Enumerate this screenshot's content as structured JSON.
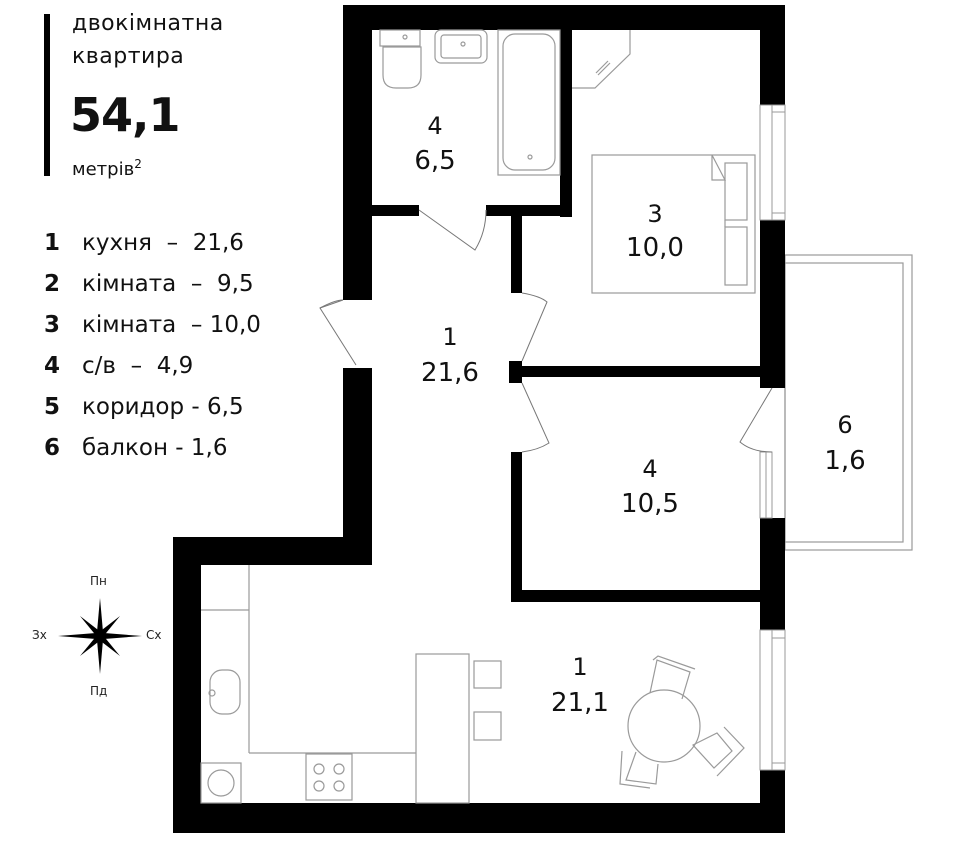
{
  "header": {
    "title_line1": "двокімнатна",
    "title_line2": "квартира",
    "total_area": "54,1",
    "unit": "метрів",
    "unit_sup": "2"
  },
  "legend": [
    {
      "num": "1",
      "text": "кухня  –  21,6"
    },
    {
      "num": "2",
      "text": "кімната  –  9,5"
    },
    {
      "num": "3",
      "text": "кімната  – 10,0"
    },
    {
      "num": "4",
      "text": "с/в  –  4,9"
    },
    {
      "num": "5",
      "text": "коридор - 6,5"
    },
    {
      "num": "6",
      "text": "балкон - 1,6"
    }
  ],
  "compass": {
    "north": "Пн",
    "south": "Пд",
    "west": "Зх",
    "east": "Сх"
  },
  "rooms": [
    {
      "id": "bathroom",
      "num": "4",
      "area": "6,5"
    },
    {
      "id": "bedroom-top",
      "num": "3",
      "area": "10,0"
    },
    {
      "id": "corridor",
      "num": "1",
      "area": "21,6"
    },
    {
      "id": "bedroom-middle",
      "num": "4",
      "area": "10,5"
    },
    {
      "id": "balcony",
      "num": "6",
      "area": "1,6"
    },
    {
      "id": "kitchen",
      "num": "1",
      "area": "21,1"
    }
  ],
  "colors": {
    "wall": "#000000",
    "furniture": "#9a9a9a",
    "text": "#111111"
  }
}
